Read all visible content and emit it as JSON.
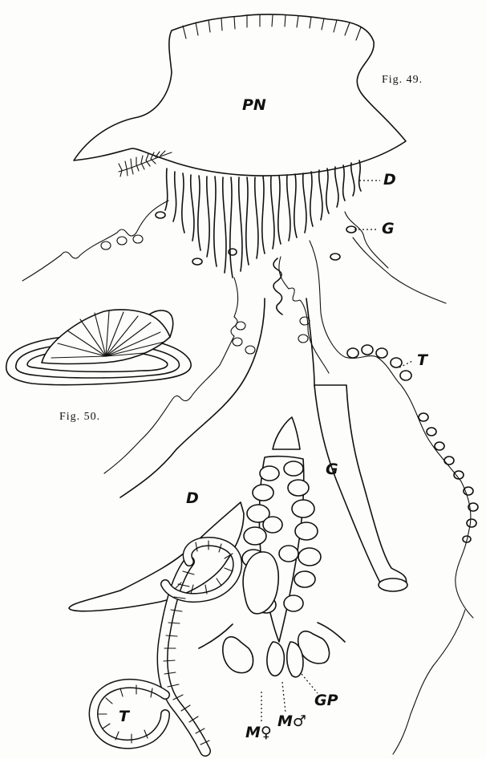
{
  "figures": {
    "fig49": "Fig. 49.",
    "fig50": "Fig. 50."
  },
  "labels": {
    "pn": "PN",
    "d_upper": "D",
    "g_upper": "G",
    "t_right": "T",
    "d_lower": "D",
    "g_lower": "G",
    "gp": "GP",
    "m_male": "M♂",
    "m_female": "M♀",
    "t_lower": "T"
  }
}
